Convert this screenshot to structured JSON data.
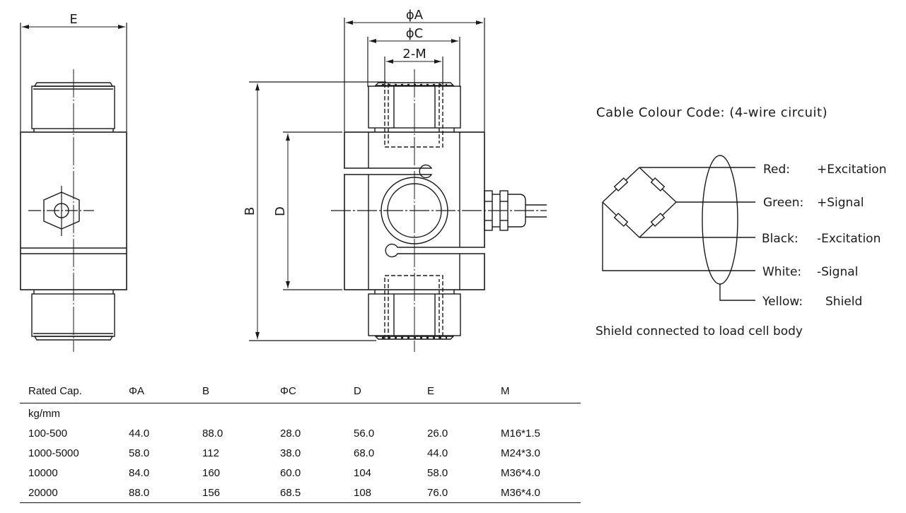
{
  "side_view": {
    "dimension_label": "E"
  },
  "front_view": {
    "dimension_labels": {
      "diameter_a": "ϕA",
      "diameter_c": "ϕC",
      "thread": "2-M",
      "overall_height": "B",
      "body_height": "D"
    }
  },
  "wiring": {
    "title": "Cable Colour Code: (4-wire circuit)",
    "wires": [
      {
        "color": "Red:",
        "function": "+Excitation"
      },
      {
        "color": "Green:",
        "function": "+Signal"
      },
      {
        "color": "Black:",
        "function": "-Excitation"
      },
      {
        "color": "White:",
        "function": "-Signal"
      },
      {
        "color": "Yellow:",
        "function": "Shield"
      }
    ],
    "note": "Shield connected to load cell body"
  },
  "spec_table": {
    "headers": [
      "Rated Cap.",
      "ΦA",
      "B",
      "ΦC",
      "D",
      "E",
      "M"
    ],
    "unit_row": "kg/mm",
    "rows": [
      [
        "100-500",
        "44.0",
        "88.0",
        "28.0",
        "56.0",
        "26.0",
        "M16*1.5"
      ],
      [
        "1000-5000",
        "58.0",
        "112",
        "38.0",
        "68.0",
        "44.0",
        "M24*3.0"
      ],
      [
        "10000",
        "84.0",
        "160",
        "60.0",
        "104",
        "58.0",
        "M36*4.0"
      ],
      [
        "20000",
        "88.0",
        "156",
        "68.5",
        "108",
        "76.0",
        "M36*4.0"
      ]
    ]
  }
}
